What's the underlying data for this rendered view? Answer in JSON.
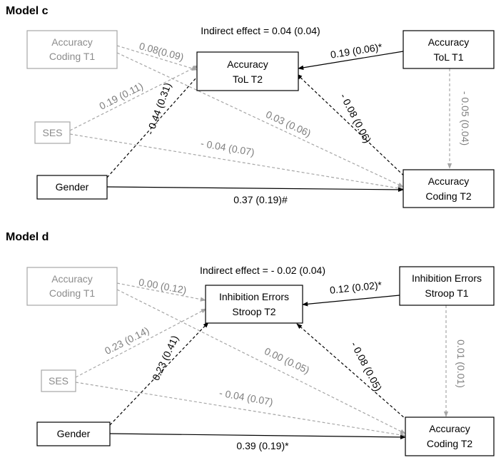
{
  "panels": [
    {
      "title": "Model c",
      "indirect_effect": "Indirect effect = 0.04 (0.04)",
      "nodes": {
        "acc_coding_t1": [
          "Accuracy",
          "Coding T1"
        ],
        "ses": [
          "SES"
        ],
        "gender": [
          "Gender"
        ],
        "mediator_t2": [
          "Accuracy",
          "ToL T2"
        ],
        "predictor_t1": [
          "Accuracy",
          "ToL T1"
        ],
        "outcome_t2": [
          "Accuracy",
          "Coding T2"
        ]
      },
      "edges": {
        "codingT1_to_mediator": "0.08(0.09)",
        "ses_to_mediator": "0.19 (0.11)",
        "gender_to_mediator": "- 0.44 (0.31)",
        "codingT1_to_outcome": "0.03 (0.06)",
        "ses_to_outcome": "- 0.04 (0.07)",
        "gender_to_outcome": "0.37 (0.19)#",
        "predictor_to_mediator": "0.19 (0.06)*",
        "mediator_to_outcome": "- 0.08 (0.06)",
        "predictor_to_outcome": "- 0.05 (0.04)"
      }
    },
    {
      "title": "Model d",
      "indirect_effect": "Indirect effect = - 0.02 (0.04)",
      "nodes": {
        "acc_coding_t1": [
          "Accuracy",
          "Coding T1"
        ],
        "ses": [
          "SES"
        ],
        "gender": [
          "Gender"
        ],
        "mediator_t2": [
          "Inhibition Errors",
          "Stroop T2"
        ],
        "predictor_t1": [
          "Inhibition Errors",
          "Stroop T1"
        ],
        "outcome_t2": [
          "Accuracy",
          "Coding T2"
        ]
      },
      "edges": {
        "codingT1_to_mediator": "0.00 (0.12)",
        "ses_to_mediator": "0.23 (0.14)",
        "gender_to_mediator": "0.23 (0.41)",
        "codingT1_to_outcome": "0.00 (0.05)",
        "ses_to_outcome": "- 0.04 (0.07)",
        "gender_to_outcome": "0.39 (0.19)*",
        "predictor_to_mediator": "0.12 (0.02)*",
        "mediator_to_outcome": "- 0.08 (0.05)",
        "predictor_to_outcome": "0.01 (0.01)"
      }
    }
  ]
}
